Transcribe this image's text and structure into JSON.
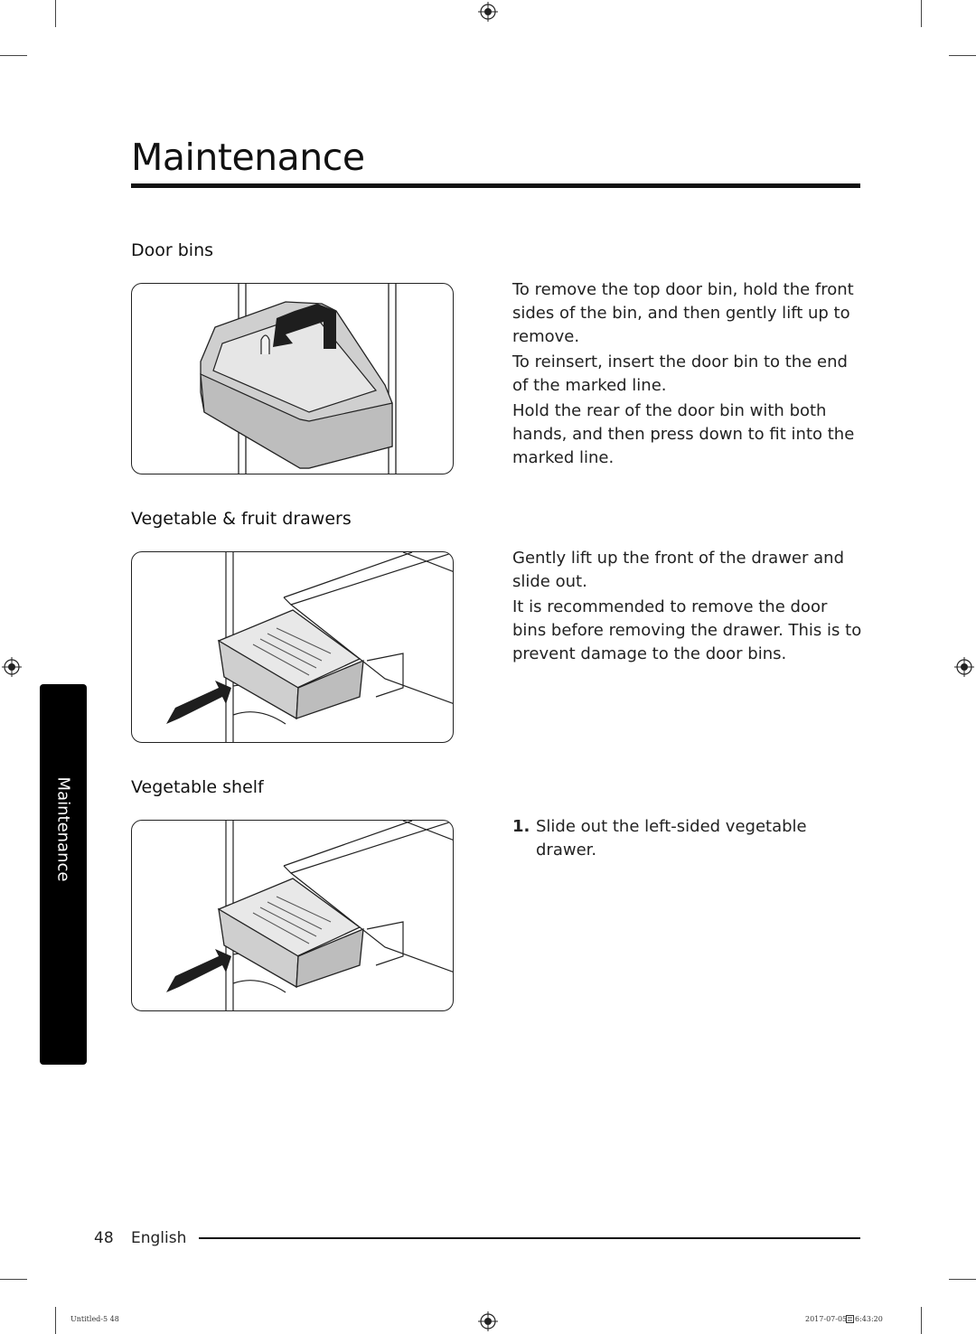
{
  "header": {
    "title": "Maintenance"
  },
  "sections": [
    {
      "heading": "Door bins",
      "figure": "door-bin-removal-illustration",
      "paragraphs": [
        "To remove the top door bin, hold the front sides of the bin, and then gently lift up to remove.",
        "To reinsert, insert the door bin to the end of the marked line.",
        "Hold the rear of the door bin with both hands, and then press down to fit into the marked line."
      ]
    },
    {
      "heading": "Vegetable & fruit drawers",
      "figure": "drawer-removal-illustration",
      "paragraphs": [
        "Gently lift up the front of the drawer and slide out.",
        "It is recommended to remove the door bins before removing the drawer. This is to prevent damage to the door bins."
      ]
    },
    {
      "heading": "Vegetable shelf",
      "figure": "vegetable-shelf-illustration",
      "steps": [
        {
          "number": "1.",
          "text": "Slide out the left-sided vegetable drawer."
        }
      ]
    }
  ],
  "side_tab": {
    "label": "Maintenance"
  },
  "footer": {
    "page_number": "48",
    "language": "English"
  },
  "slug": {
    "file": "Untitled-5   48",
    "date": "2017-07-05",
    "time": "6:43:20"
  },
  "colors": {
    "text": "#1a1a1a",
    "rule": "#111111",
    "side_tab_bg": "#000000"
  }
}
